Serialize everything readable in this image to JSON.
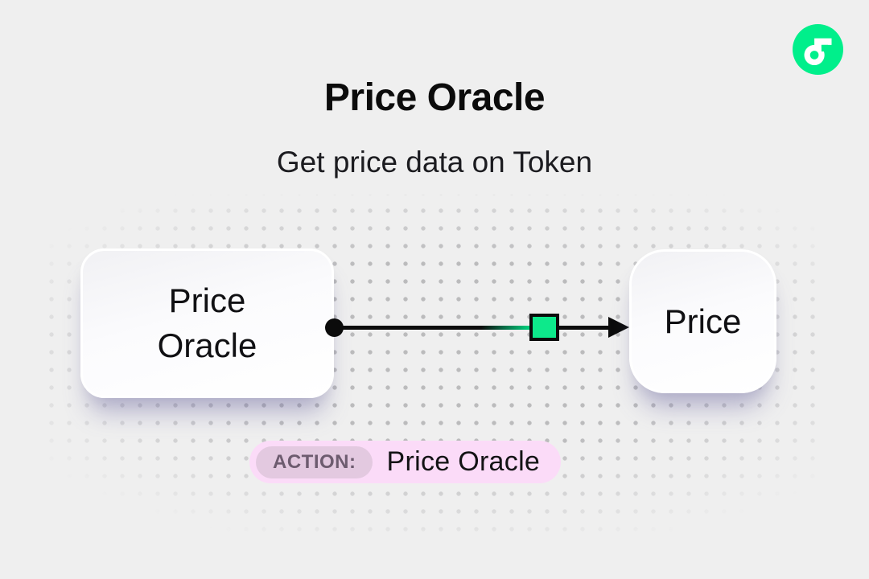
{
  "header": {
    "title": "Price Oracle",
    "subtitle": "Get price data on Token"
  },
  "logo": {
    "name": "Flow",
    "color": "#00EF8B"
  },
  "diagram": {
    "source_node": {
      "label": "Price Oracle"
    },
    "target_node": {
      "label": "Price"
    },
    "edge": {
      "line_color": "#0B0B0B",
      "marker_color": "#0DE98B",
      "marker_shape": "square"
    }
  },
  "action_badge": {
    "label": "ACTION:",
    "value": "Price Oracle",
    "background": "#FBDBF8",
    "label_background": "#E3C9E0",
    "label_color": "#6D5C6F"
  },
  "colors": {
    "page_background": "#EFEFEF",
    "accent_green": "#00EF8B",
    "node_shadow": "rgba(112,108,165,0.42)"
  }
}
